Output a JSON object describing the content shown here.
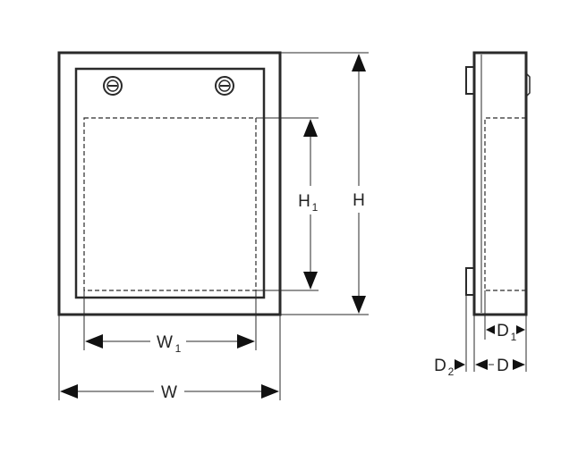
{
  "labels": {
    "height": "H",
    "inner_height": "H",
    "inner_height_sub": "1",
    "width": "W",
    "inner_width": "W",
    "inner_width_sub": "1",
    "depth": "D",
    "inner_depth": "D",
    "inner_depth_sub": "1",
    "door_depth": "D",
    "door_depth_sub": "2"
  },
  "colors": {
    "line": "#2a2a2a",
    "arrow": "#111111",
    "background": "#ffffff"
  }
}
